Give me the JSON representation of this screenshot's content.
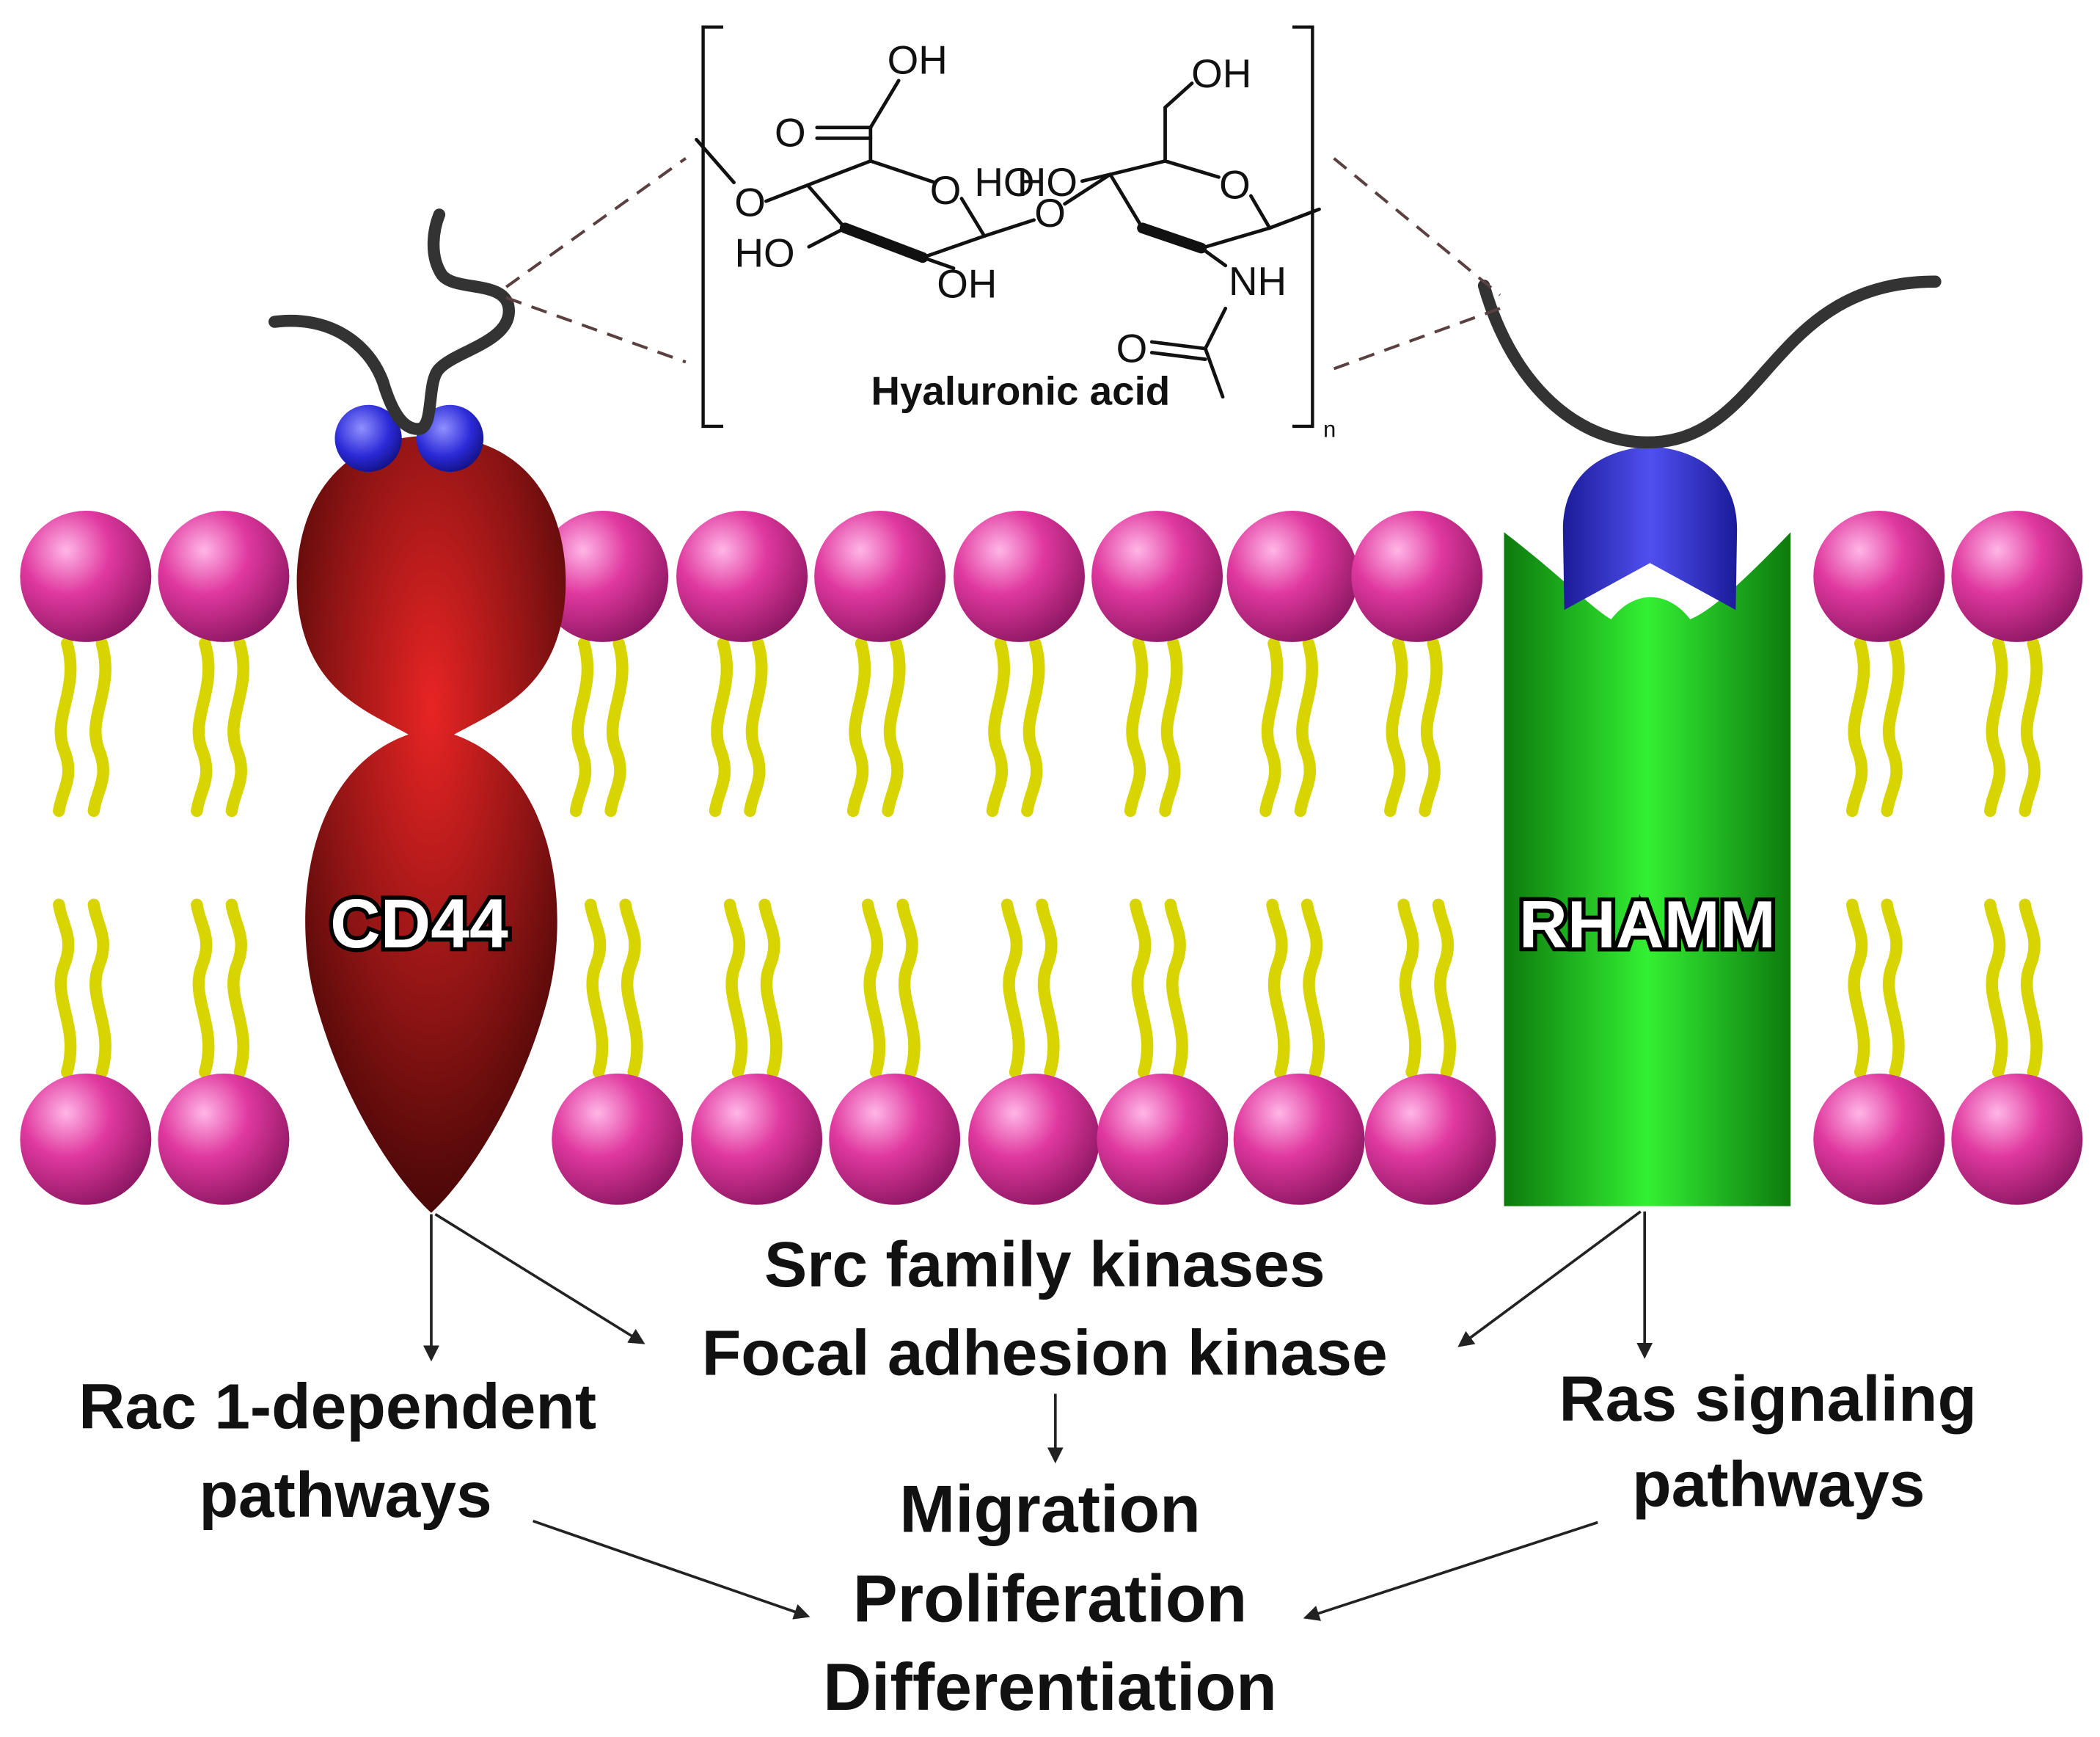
{
  "colors": {
    "lipid_head": "#e0389f",
    "lipid_tail": "#d8d400",
    "cd44": "#8e1414",
    "rhamm": "#19c419",
    "binding_site": "#2a2ad8",
    "hyaluronan_chain": "#333333"
  },
  "molecule": {
    "name": "Hyaluronic acid",
    "repeat": "n",
    "atoms": {
      "carboxyl_oh": "OH",
      "carbonyl_o": "O",
      "ring_o_left": "O",
      "ring_o_right": "O",
      "link_o_left": "O",
      "glycosidic_o": "O",
      "ho_left": "HO",
      "oh_bottom": "OH",
      "ho_mid": "HO",
      "ho_right": "HO",
      "ch2oh": "OH",
      "nh": "NH",
      "acetyl_o": "O"
    }
  },
  "receptors": {
    "cd44": "CD44",
    "rhamm": "RHAMM"
  },
  "pathways": {
    "src": "Src family kinases",
    "fak": "Focal adhesion kinase",
    "rac_1": "Rac 1-dependent",
    "rac_2": "pathways",
    "ras_1": "Ras signaling",
    "ras_2": "pathways"
  },
  "outcomes": {
    "migration": "Migration",
    "proliferation": "Proliferation",
    "differentiation": "Differentiation"
  }
}
